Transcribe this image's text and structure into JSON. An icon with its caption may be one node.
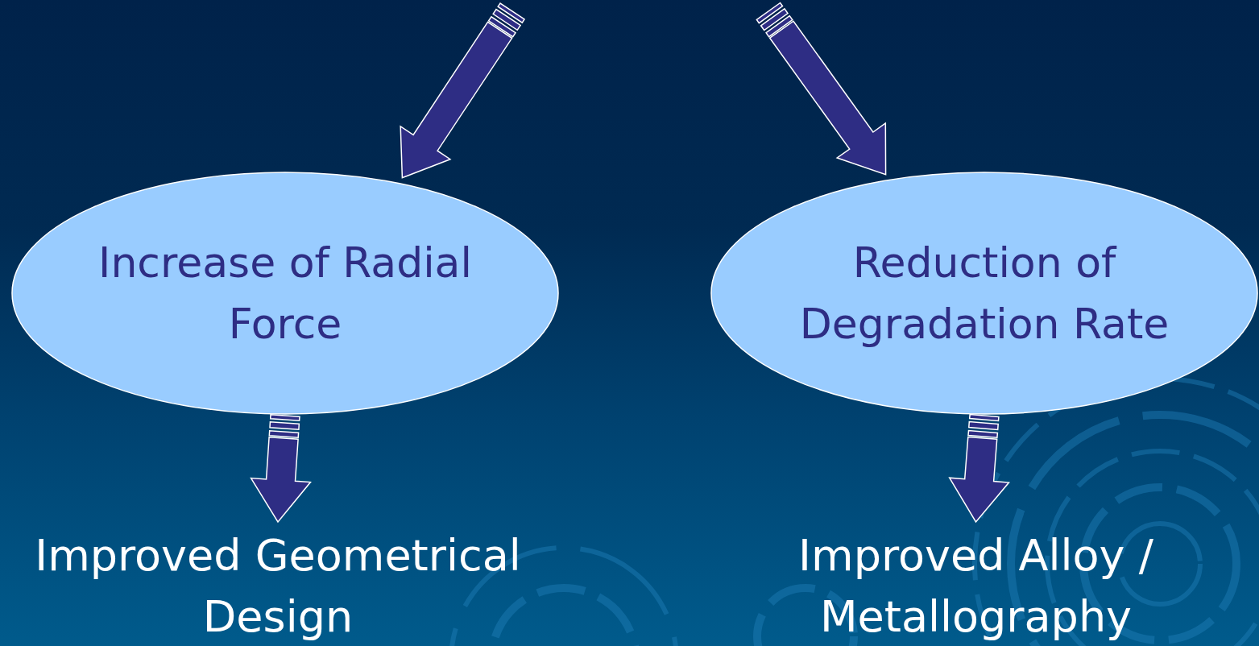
{
  "diagram": {
    "nodes": [
      {
        "text": [
          "Increase of Radial Force"
        ]
      },
      {
        "text": [
          "Reduction of Degradation Rate"
        ]
      },
      {
        "text": [
          "Improved Geometrical Design"
        ]
      },
      {
        "text": [
          "Improved Alloy / Metallography"
        ]
      }
    ],
    "edges": [
      {
        "from": null,
        "to": 0,
        "arrow": "to"
      },
      {
        "from": null,
        "to": 1,
        "arrow": "to"
      },
      {
        "from": 0,
        "to": 2,
        "arrow": "to"
      },
      {
        "from": 1,
        "to": 3,
        "arrow": "to"
      }
    ]
  }
}
